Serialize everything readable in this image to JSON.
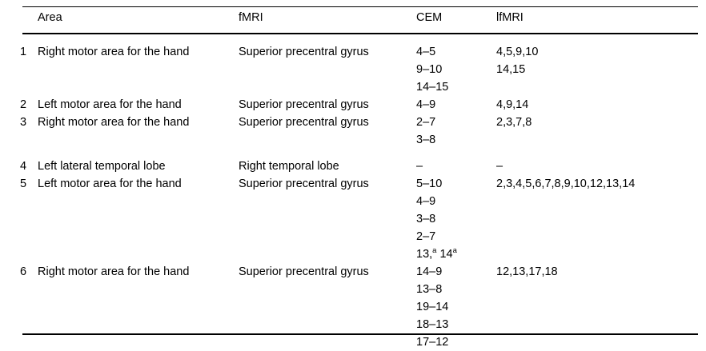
{
  "table": {
    "columns": [
      {
        "key": "num",
        "label": ""
      },
      {
        "key": "area",
        "label": "Area"
      },
      {
        "key": "fmri",
        "label": "fMRI"
      },
      {
        "key": "cem",
        "label": "CEM"
      },
      {
        "key": "lfmri",
        "label": "lfMRI"
      }
    ],
    "rows": [
      {
        "num": "1",
        "area": "Right motor area for the hand",
        "fmri": "Superior precentral gyrus",
        "cem": [
          "4–5",
          "9–10",
          "14–15"
        ],
        "lfmri": [
          "4,5,9,10",
          "14,15"
        ]
      },
      {
        "num": "2",
        "area": "Left motor area for the hand",
        "fmri": "Superior precentral gyrus",
        "cem": [
          "4–9"
        ],
        "lfmri": [
          "4,9,14"
        ]
      },
      {
        "num": "3",
        "area": "Right motor area for the hand",
        "fmri": "Superior precentral gyrus",
        "cem": [
          "2–7",
          "3–8"
        ],
        "lfmri": [
          "2,3,7,8"
        ]
      },
      {
        "num": "4",
        "area": "Left lateral temporal lobe",
        "fmri": "Right temporal lobe",
        "cem": [
          "–"
        ],
        "lfmri": [
          "–"
        ]
      },
      {
        "num": "5",
        "area": "Left motor area for the hand",
        "fmri": "Superior precentral gyrus",
        "cem": [
          "5–10",
          "4–9",
          "3–8",
          "2–7",
          "13,<sup>a</sup> 14<sup>a</sup>"
        ],
        "lfmri": [
          "2,3,4,5,6,7,8,9,10,12,13,14"
        ]
      },
      {
        "num": "6",
        "area": "Right motor area for the hand",
        "fmri": "Superior precentral gyrus",
        "cem": [
          "14–9",
          "13–8",
          "19–14",
          "18–13",
          "17–12"
        ],
        "lfmri": [
          "12,13,17,18"
        ]
      }
    ]
  },
  "style": {
    "text_color": "#000000",
    "rule_color": "#000000",
    "background": "#ffffff"
  }
}
